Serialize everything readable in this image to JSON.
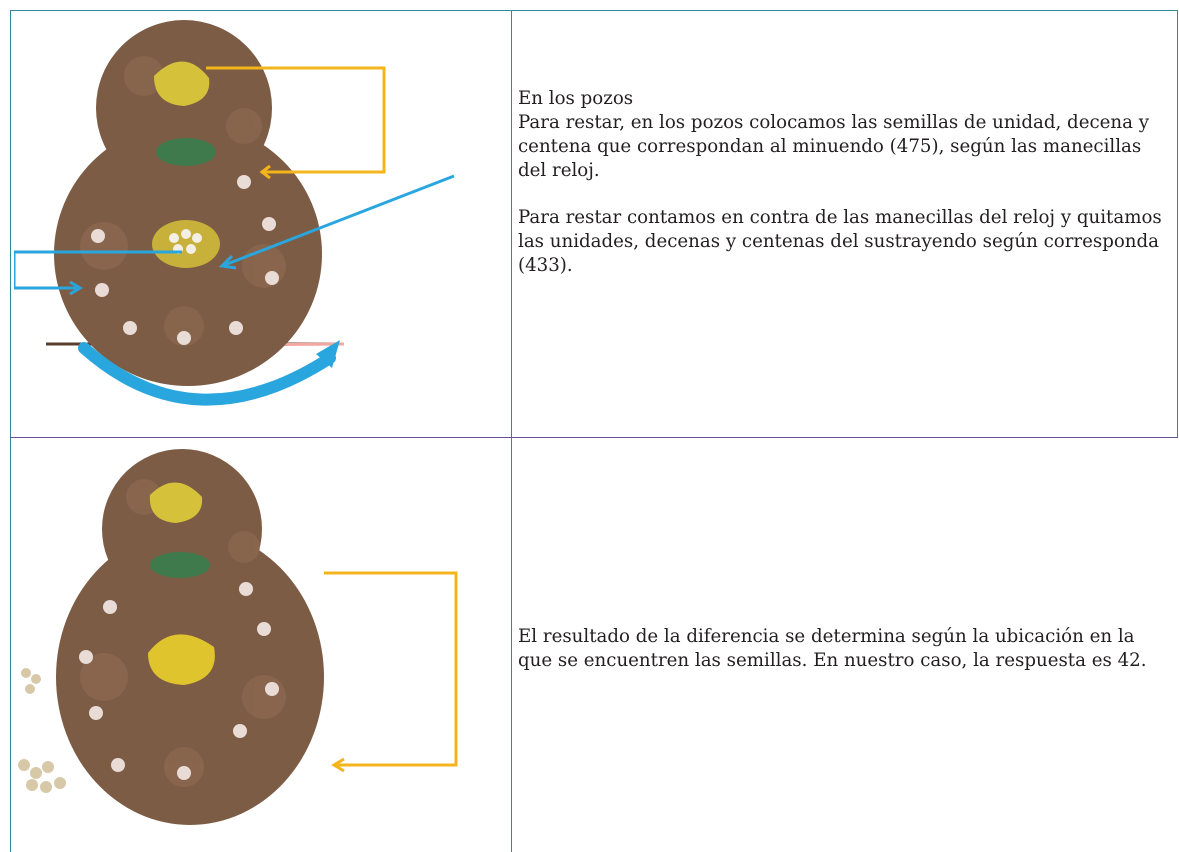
{
  "rows": [
    {
      "paragraphs": [
        "En los pozos",
        "Para restar, en los pozos colocamos las semillas de unidad, decena y",
        "centena que correspondan al minuendo (475), según las manecillas",
        "del reloj.",
        "",
        "Para restar contamos en contra de las manecillas del reloj y quitamos",
        "las unidades, decenas y centenas del sustrayendo según corresponda",
        "(433)."
      ]
    },
    {
      "paragraphs": [
        "El resultado de la diferencia se determina según la ubicación en la",
        "que se encuentren las semillas. En nuestro caso, la respuesta es 42."
      ]
    }
  ],
  "colors": {
    "border_teal": "#2f8a94",
    "border_purple": "#6a4f9c",
    "soil": "#7a5a44",
    "leaf_yellow": "#d8c63c",
    "leaf_green": "#3f7a4c",
    "arrow_orange": "#f4b41c",
    "arrow_blue": "#2aa6df"
  }
}
